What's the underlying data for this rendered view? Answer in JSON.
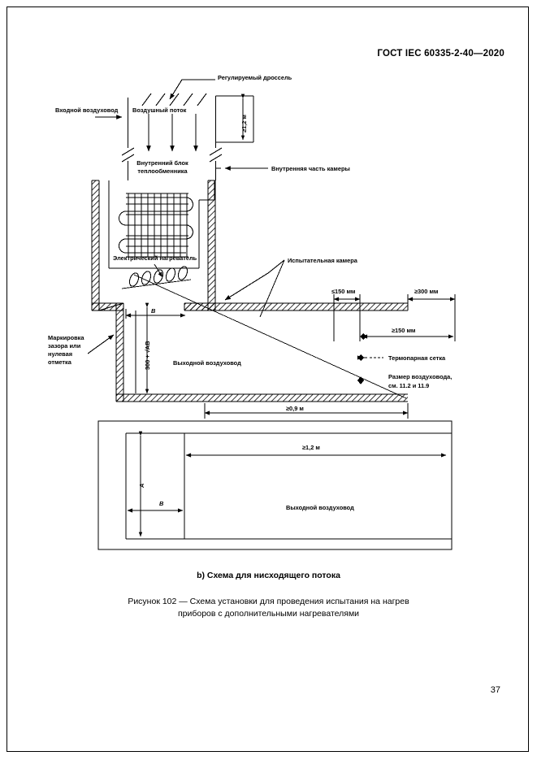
{
  "header": {
    "standard_title": "ГОСТ IEC 60335-2-40—2020",
    "page_number": "37"
  },
  "figure": {
    "subtitle": "b) Схема для нисходящего потока",
    "caption_line1": "Рисунок 102 — Схема установки для проведения испытания на нагрев",
    "caption_line2": "приборов с дополнительными нагревателями"
  },
  "labels": {
    "adjustable_damper": "Регулируемый дроссель",
    "inlet_duct": "Входной воздуховод",
    "air_flow": "Воздушный поток",
    "indoor_heat_exchanger_l1": "Внутренний блок",
    "indoor_heat_exchanger_l2": "теплообменника",
    "chamber_inner_part": "Внутренняя часть камеры",
    "electric_heater": "Электрический нагреватель",
    "test_chamber": "Испытательная камера",
    "gap_marking_l1": "Маркировка",
    "gap_marking_l2": "зазора или",
    "gap_marking_l3": "нулевая",
    "gap_marking_l4": "отметка",
    "outlet_duct": "Выходной воздуховод",
    "outlet_duct_bottom": "Выходной воздуховод",
    "thermocouple_grid": "Термопарная сетка",
    "duct_size_l1": "Размер воздуховода,",
    "duct_size_l2": "см. 11.2 и 11.9"
  },
  "dimensions": {
    "height_1_2m": "≥1,2 м",
    "depth_under_300_ab": "300 + √AB",
    "dim_b_upper": "В",
    "max_150mm": "≤150 мм",
    "min_300mm": "≥300 мм",
    "min_150mm": "≥150 мм",
    "min_0_9m": "≥0,9 м",
    "min_1_2m": "≥1,2 м",
    "dim_a_lower": "А",
    "dim_b_lower": "В"
  },
  "colors": {
    "ink": "#000000",
    "paper": "#ffffff",
    "hatch": "#000000"
  }
}
